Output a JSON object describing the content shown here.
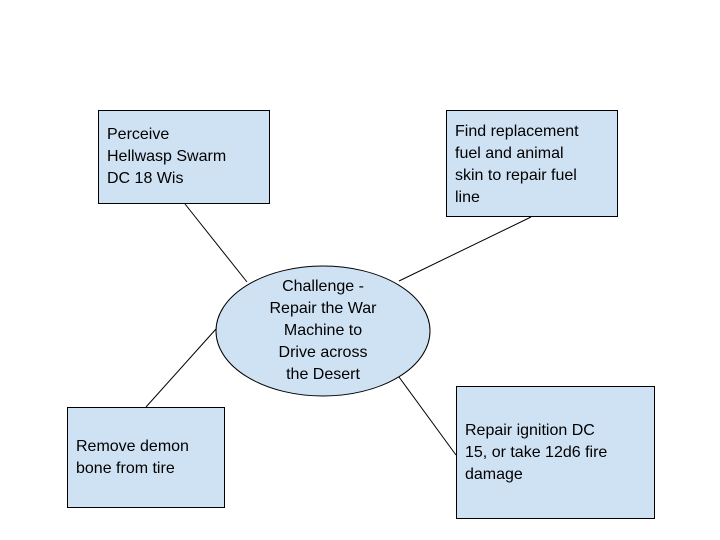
{
  "colors": {
    "node_fill": "#cfe2f3",
    "stroke": "#000000",
    "background": "#ffffff"
  },
  "center": {
    "text": "Challenge -\nRepair the War\nMachine to\nDrive across\nthe Desert"
  },
  "nodes": {
    "perceive": "Perceive\nHellwasp Swarm\nDC 18 Wis",
    "fuel": "Find replacement\nfuel and animal\nskin to repair fuel\nline",
    "demon": "Remove demon\nbone from tire",
    "ignition": "Repair ignition DC\n15, or take 12d6 fire\ndamage"
  }
}
